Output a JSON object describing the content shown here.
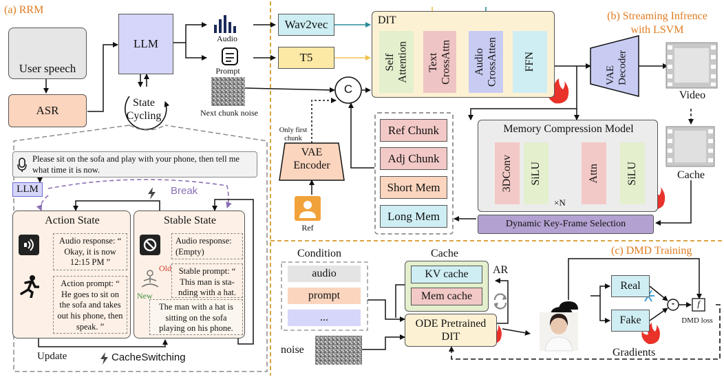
{
  "rrm": {
    "title": "(a) RRM",
    "user_speech": "User speech",
    "asr": "ASR",
    "llm": "LLM",
    "audio_label": "Audio",
    "prompt_label": "Prompt",
    "next_chunk_noise": "Next chunk noise",
    "state_cycling": [
      "State",
      "Cycling"
    ],
    "chat_text": "Please sit on the sofa and play with your phone, then tell me what time it is now.",
    "llm_small": "LLM",
    "break_label": "Break",
    "action_state": {
      "title": "Action State",
      "audio_response": "Audio response: “ Okay, it is now 12:15 PM ”",
      "action_prompt": "Action prompt: “ He goes to sit on the sofa and takes out his phone, then speak. ”"
    },
    "stable_state": {
      "title": "Stable State",
      "audio_response": "Audio response: (Empty)",
      "old_label": "Old",
      "new_label": "New",
      "stable_prompt": "Stable prompt: “ This man is sta- nding with a hat. ”",
      "new_prompt": "The man with a hat is sitting on the sofa playing on his phone."
    },
    "update_label": "Update",
    "cache_switching": "CacheSwitching"
  },
  "streaming": {
    "title_line1": "(b) Streaming Infrence",
    "title_line2": "with LSVM",
    "wav2vec": "Wav2vec",
    "t5": "T5",
    "dit": "DIT",
    "self_attention": [
      "Self",
      "Attention"
    ],
    "text_crossattn": [
      "Text",
      "CrossAttn"
    ],
    "audio_crossatten": [
      "Audio",
      "CrossAtten"
    ],
    "ffn": "FFN",
    "concat_symbol": "C",
    "vae_decoder": [
      "VAE",
      "Decoder"
    ],
    "video": "Video",
    "cache": "Cache",
    "only_first_chunk": [
      "Only first",
      "chunk"
    ],
    "vae_encoder": [
      "VAE",
      "Encoder"
    ],
    "ref": "Ref",
    "chunks": [
      "Ref Chunk",
      "Adj Chunk",
      "Short Mem",
      "Long Mem"
    ],
    "memory_model": "Memory Compression Model",
    "conv3d": "3DConv",
    "silu": "SiLU",
    "attn": "Attn",
    "times_n": "×N",
    "dynamic_selection": "Dynamic Key-Frame Selection"
  },
  "dmd": {
    "title": "(c) DMD Training",
    "condition": "Condition",
    "cond_items": [
      "audio",
      "prompt",
      "..."
    ],
    "cache": "Cache",
    "kv_cache": "KV cache",
    "mem_cache": "Mem cache",
    "ar": "AR",
    "ode": [
      "ODE Pretrained",
      "DIT"
    ],
    "noise": "noise",
    "real": "Real",
    "fake": "Fake",
    "gradients": "Gradients",
    "minus": "-",
    "f_symbol": "f",
    "dmd_loss": "DMD loss"
  },
  "colors": {
    "accent_orange": "#e07b20",
    "asr_fill": "#fbd5be",
    "llm_fill": "#d6d6fa",
    "wav2vec_fill": "#cdeef3",
    "t5_fill": "#fde9a6",
    "dit_fill": "#fdf1d4",
    "self_attn_fill": "#e3efcd",
    "text_attn_fill": "#efc4c4",
    "audio_attn_fill": "#c9ccf2",
    "ffn_fill": "#cfeef4",
    "purple_bar": "#b3a1d1",
    "fire": "#e8322a"
  },
  "icons": [
    "user-speech-icon",
    "audio-bars-icon",
    "prompt-doc-icon",
    "noise-icon",
    "concat-icon",
    "fire-icon",
    "snowflake-icon",
    "film-icon",
    "person-icon",
    "speaker-icon",
    "ban-icon",
    "runner-icon",
    "meditate-icon",
    "mic-icon",
    "lightning-icon",
    "refresh-icon",
    "portrait-icon"
  ]
}
